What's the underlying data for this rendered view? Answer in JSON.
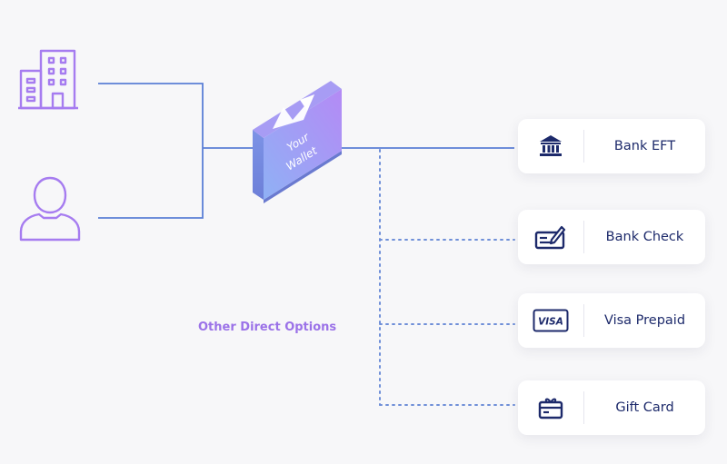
{
  "wallet": {
    "line1": "Your",
    "line2": "Wallet"
  },
  "other_options_label": "Other Direct Options",
  "sources": [
    {
      "icon": "building-icon"
    },
    {
      "icon": "person-icon"
    }
  ],
  "destinations": [
    {
      "label": "Bank EFT",
      "icon": "bank-icon"
    },
    {
      "label": "Bank Check",
      "icon": "check-pen-icon"
    },
    {
      "label": "Visa Prepaid",
      "icon": "visa-card-icon",
      "badge": "VISA"
    },
    {
      "label": "Gift Card",
      "icon": "gift-card-icon"
    }
  ],
  "colors": {
    "line": "#5b7fd6",
    "dotted": "#6f8fd8",
    "icon_purple": "#a67cf0",
    "navy": "#1d2a6b",
    "label_purple": "#9b72e8"
  }
}
